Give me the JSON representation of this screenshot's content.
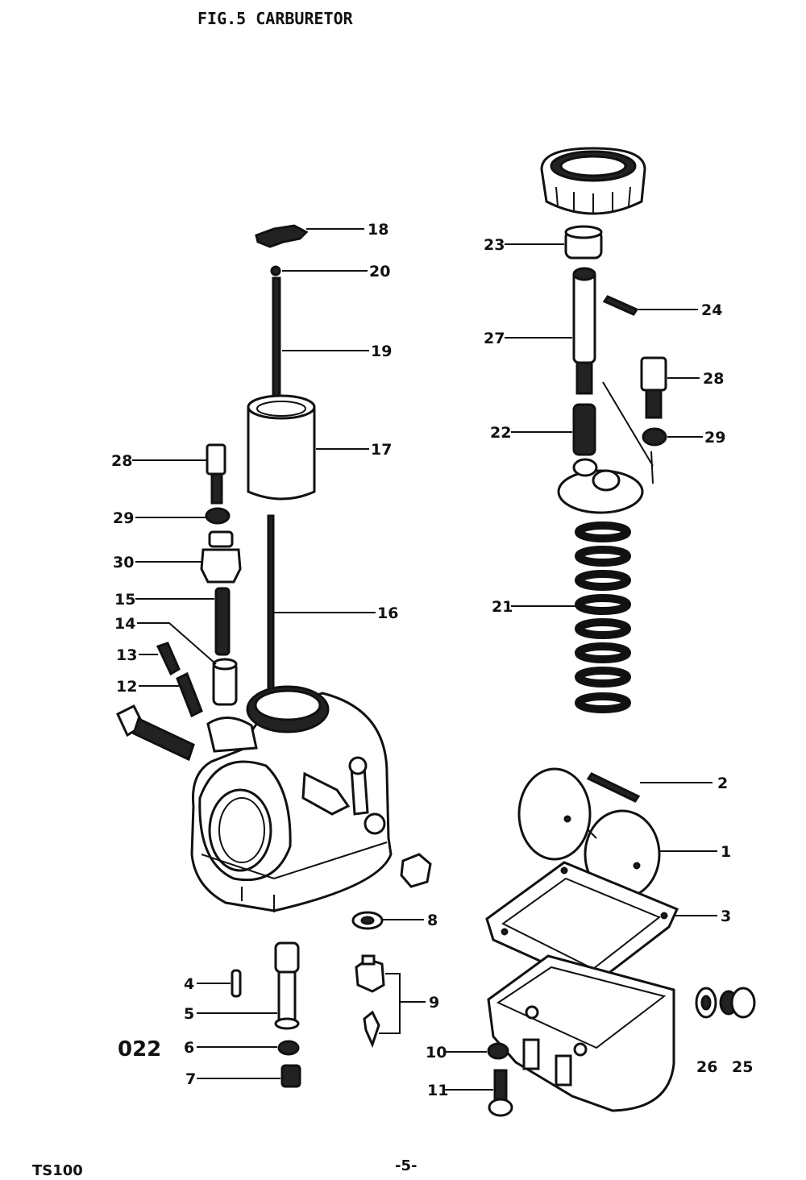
{
  "header": {
    "title": "FIG.5 CARBURETOR"
  },
  "figure_code": "022",
  "footer": {
    "model": "TS100",
    "page": "-5-"
  },
  "callouts": {
    "c1": "1",
    "c2": "2",
    "c3": "3",
    "c4": "4",
    "c5": "5",
    "c6": "6",
    "c7": "7",
    "c8": "8",
    "c9": "9",
    "c10": "10",
    "c11": "11",
    "c12": "12",
    "c13": "13",
    "c14": "14",
    "c15": "15",
    "c16": "16",
    "c17": "17",
    "c18": "18",
    "c19": "19",
    "c20": "20",
    "c21": "21",
    "c22": "22",
    "c23": "23",
    "c24": "24",
    "c25": "25",
    "c26": "26",
    "c27": "27",
    "c28a": "28",
    "c28b": "28",
    "c29a": "29",
    "c29b": "29",
    "c30": "30"
  }
}
